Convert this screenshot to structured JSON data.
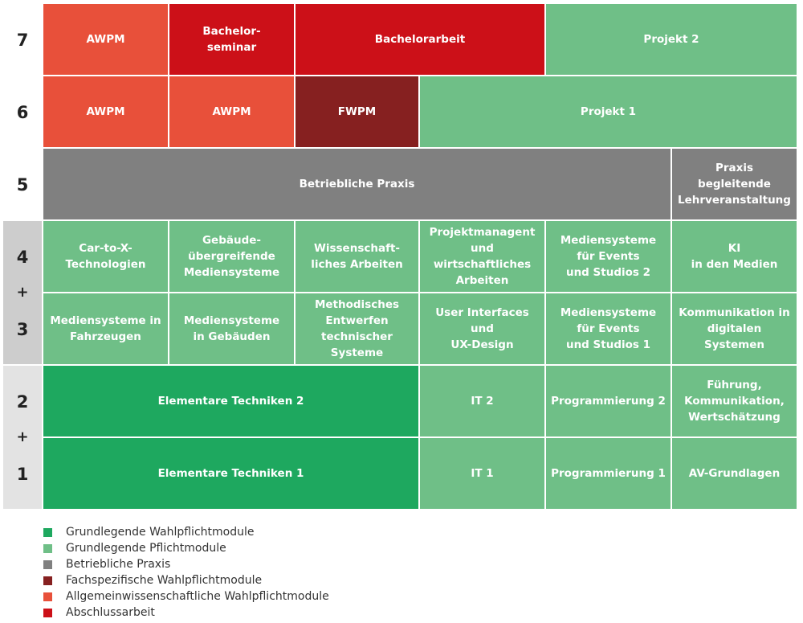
{
  "semesters": [
    "7",
    "6",
    "5",
    "4",
    "3",
    "2",
    "1"
  ],
  "plus_sign": "+",
  "colors": {
    "abschlussarbeit": "#cc1018",
    "allgemeinwissenschaftliche_wahlpflicht": "#e8503a",
    "fachspezifische_wahlpflicht": "#862020",
    "grundlegende_pflicht": "#6fbf87",
    "grundlegende_wahlpflicht": "#1ea85f",
    "betriebliche_praxis": "#808080"
  },
  "modules": {
    "s7": [
      "AWPM",
      "Bachelor-\nseminar",
      "Bachelorarbeit",
      "Projekt 2"
    ],
    "s6": [
      "AWPM",
      "AWPM",
      "FWPM",
      "Projekt 1"
    ],
    "s5": [
      "Betriebliche Praxis",
      "Praxis\nbegleitende\nLehrveranstaltung"
    ],
    "s4": [
      "Car-to-X-\nTechnologien",
      "Gebäude-\nübergreifende\nMediensysteme",
      "Wissenschaft-\nliches Arbeiten",
      "Projektmanagent\nund wirtschaftliches\nArbeiten",
      "Mediensysteme\nfür Events\nund Studios 2",
      "KI\nin den Medien"
    ],
    "s3": [
      "Mediensysteme in\nFahrzeugen",
      "Mediensysteme\nin Gebäuden",
      "Methodisches\nEntwerfen\ntechnischer Systeme",
      "User Interfaces und\nUX-Design",
      "Mediensysteme\nfür Events\nund Studios 1",
      "Kommunikation in\ndigitalen Systemen"
    ],
    "s2": [
      "Elementare Techniken 2",
      "IT 2",
      "Programmierung 2",
      "Führung,\nKommunikation,\nWertschätzung"
    ],
    "s1": [
      "Elementare Techniken 1",
      "IT 1",
      "Programmierung 1",
      "AV-Grundlagen"
    ]
  },
  "legend": [
    "Grundlegende Wahlpflichtmodule",
    "Grundlegende Pflichtmodule",
    "Betriebliche Praxis",
    "Fachspezifische Wahlpflichtmodule",
    "Allgemeinwissenschaftliche Wahlpflichtmodule",
    "Abschlussarbeit"
  ]
}
